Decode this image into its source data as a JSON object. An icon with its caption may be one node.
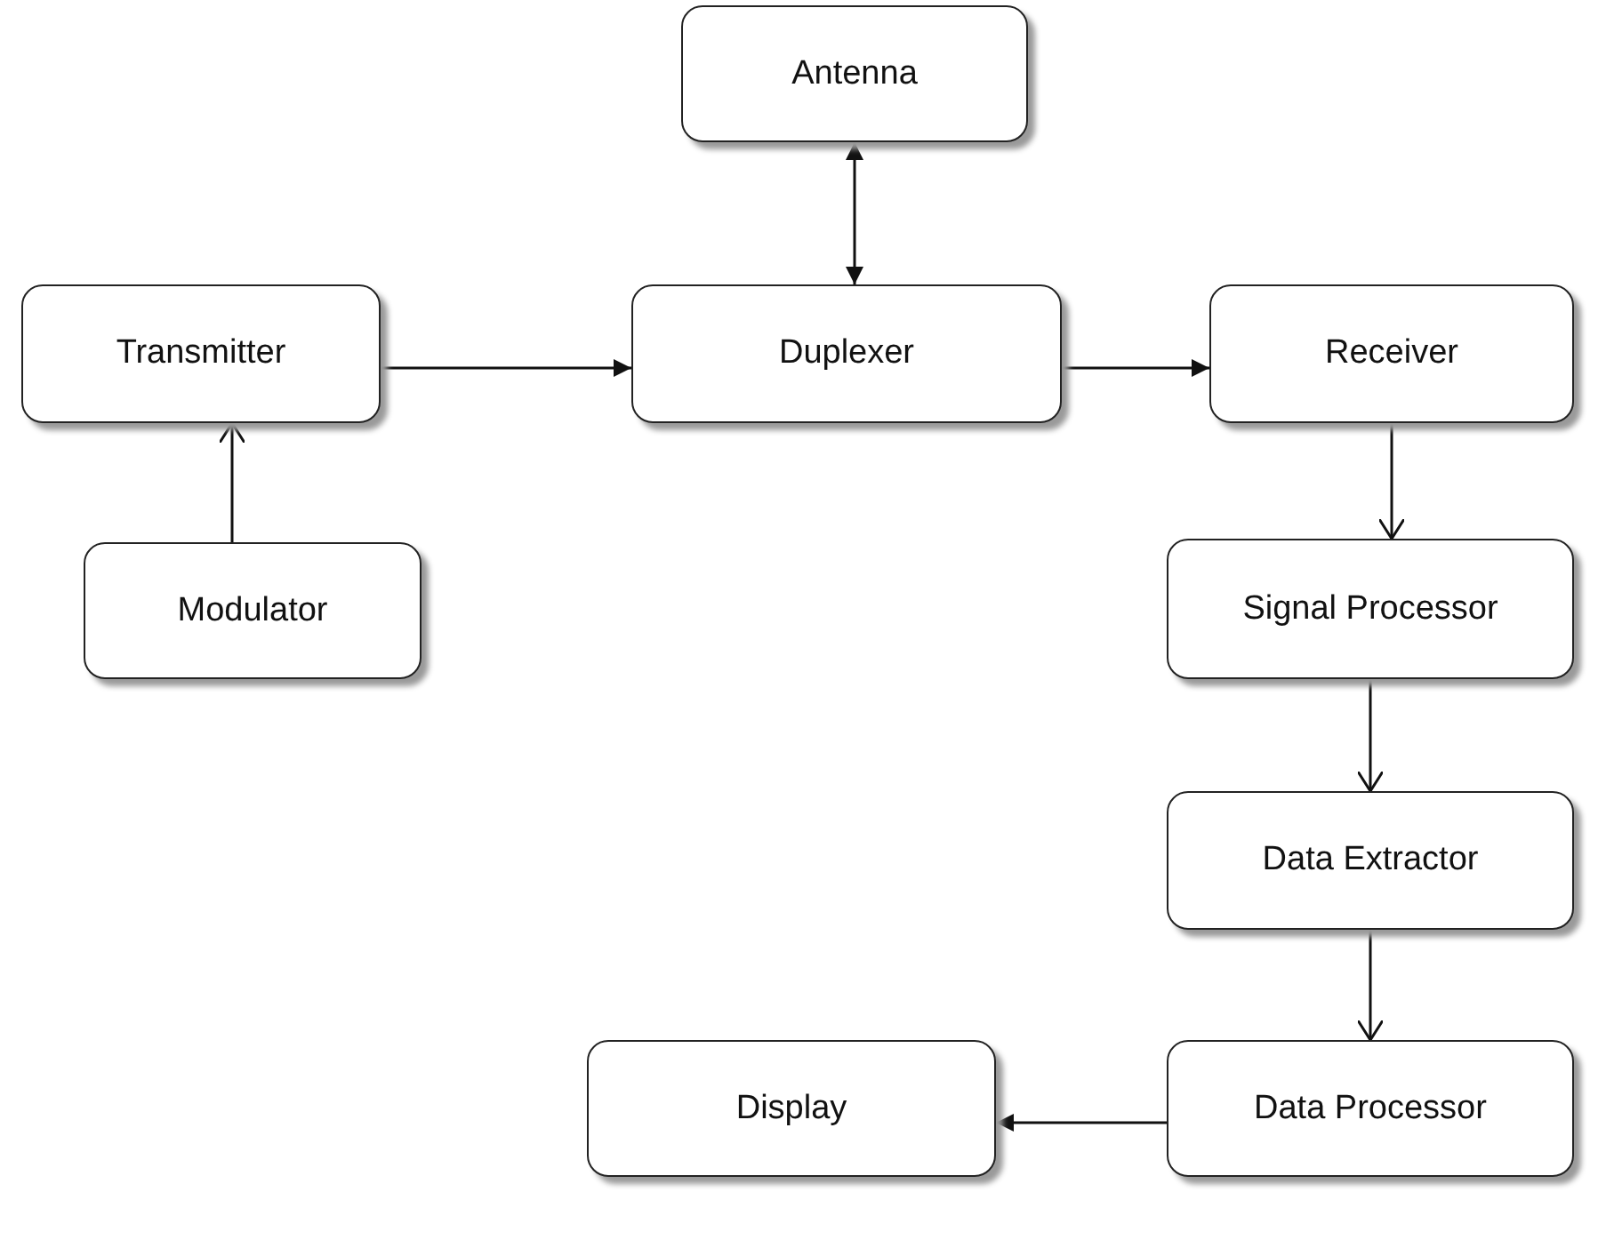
{
  "diagram": {
    "nodes": [
      {
        "text": [
          "Antenna"
        ]
      },
      {
        "text": [
          "Transmitter"
        ]
      },
      {
        "text": [
          "Duplexer"
        ]
      },
      {
        "text": [
          "Receiver"
        ]
      },
      {
        "text": [
          "Modulator"
        ]
      },
      {
        "text": [
          "Signal Processor"
        ]
      },
      {
        "text": [
          "Data Extractor"
        ]
      },
      {
        "text": [
          "Display"
        ]
      },
      {
        "text": [
          "Data Processor"
        ]
      }
    ],
    "edges": [
      {
        "from": 0,
        "to": 2,
        "arrow": "both"
      },
      {
        "from": 1,
        "to": 2,
        "arrow": "to"
      },
      {
        "from": 4,
        "to": 1,
        "arrow": "to"
      },
      {
        "from": 2,
        "to": 3,
        "arrow": "to"
      },
      {
        "from": 3,
        "to": 5,
        "arrow": "to"
      },
      {
        "from": 5,
        "to": 6,
        "arrow": "to"
      },
      {
        "from": 6,
        "to": 8,
        "arrow": "to"
      },
      {
        "from": 8,
        "to": 7,
        "arrow": "to"
      }
    ]
  }
}
